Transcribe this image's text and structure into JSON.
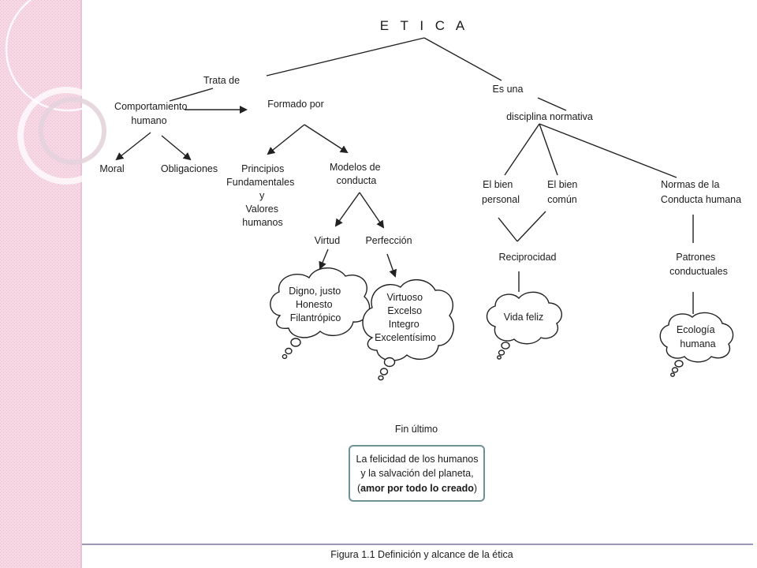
{
  "diagram": {
    "title": "E T I C A",
    "left_branch": {
      "trata_de": "Trata de",
      "comportamiento": [
        "Comportamiento",
        "humano"
      ],
      "moral": "Moral",
      "obligaciones": "Obligaciones",
      "formado_por": "Formado por",
      "principios": [
        "Principios",
        "Fundamentales",
        "y",
        "Valores",
        "humanos"
      ],
      "modelos": [
        "Modelos de",
        "conducta"
      ],
      "virtud": "Virtud",
      "perfeccion": "Perfección",
      "cloud_virtud": [
        "Digno, justo",
        "Honesto",
        "Filantrópico"
      ],
      "cloud_perfeccion": [
        "Virtuoso",
        "Excelso",
        "Integro",
        "Excelentísimo"
      ]
    },
    "right_branch": {
      "es_una": "Es una",
      "disciplina": "disciplina normativa",
      "bien_personal": [
        "El bien",
        "personal"
      ],
      "bien_comun": [
        "El bien",
        "común"
      ],
      "normas": [
        "Normas de la",
        "Conducta humana"
      ],
      "reciprocidad": "Reciprocidad",
      "patrones": [
        "Patrones",
        "conductuales"
      ],
      "cloud_vida": "Vida feliz",
      "cloud_ecologia": [
        "Ecología",
        "humana"
      ]
    },
    "fin_ultimo": "Fin último",
    "fin_box": {
      "line1": "La felicidad de los humanos",
      "line2": "y la salvación del planeta,",
      "line3_open": "(",
      "line3_bold": "amor por todo lo creado",
      "line3_close": ")"
    }
  },
  "caption": "Figura 1.1 Definición y alcance de la ética",
  "colors": {
    "sidebar": "#f6d7e4",
    "sidebar_stripe": "#ecbfd2",
    "separator": "#9a98b6",
    "fin_box_border": "#6d9296"
  }
}
